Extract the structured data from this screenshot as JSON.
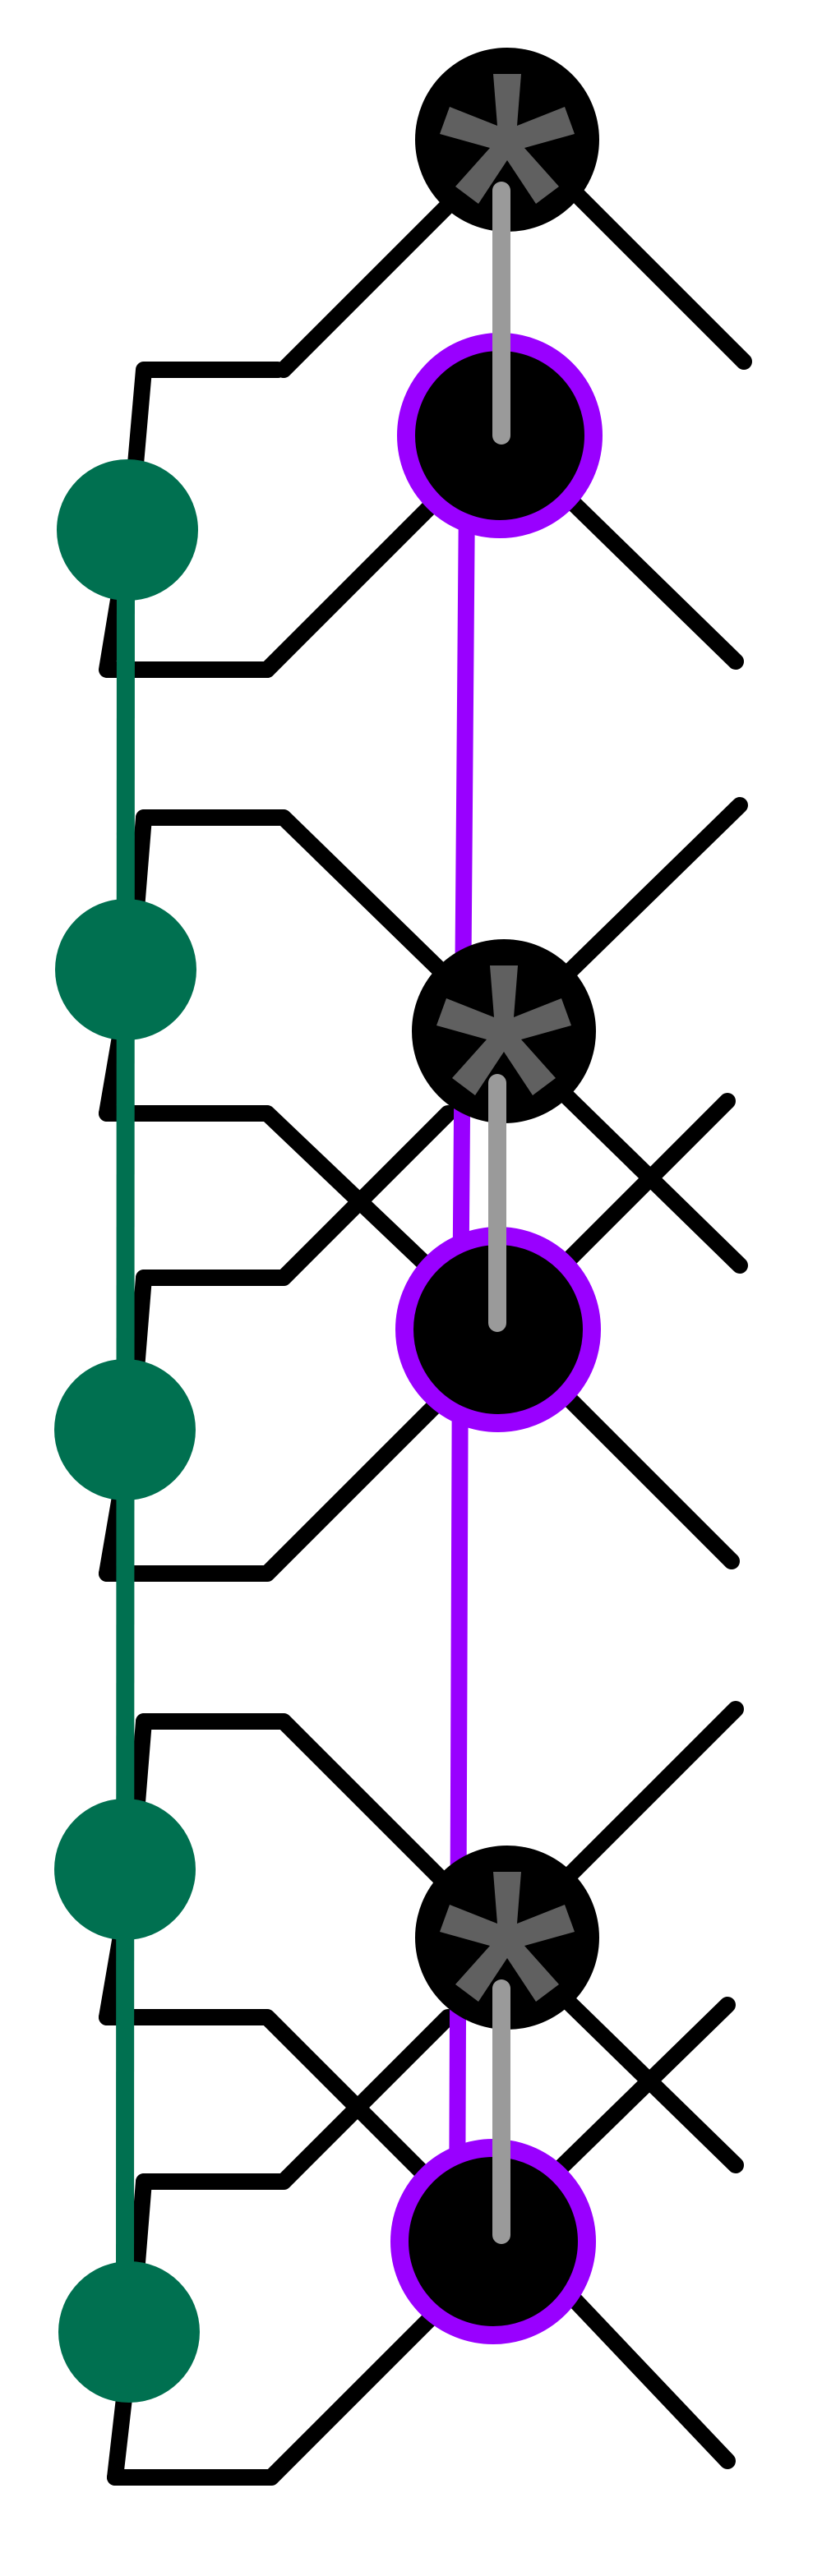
{
  "colors": {
    "background": "#ffffff",
    "wire": "#000000",
    "teal_node": "#007050",
    "teal_line": "#007050",
    "purple_ring": "#9900ff",
    "purple_line": "#9900ff",
    "star_node": "#000000",
    "star_glyph": "#606060",
    "stem": "#9a9a9a"
  },
  "nodes": {
    "teal_count": 5,
    "star_count": 3,
    "ring_count": 3
  }
}
